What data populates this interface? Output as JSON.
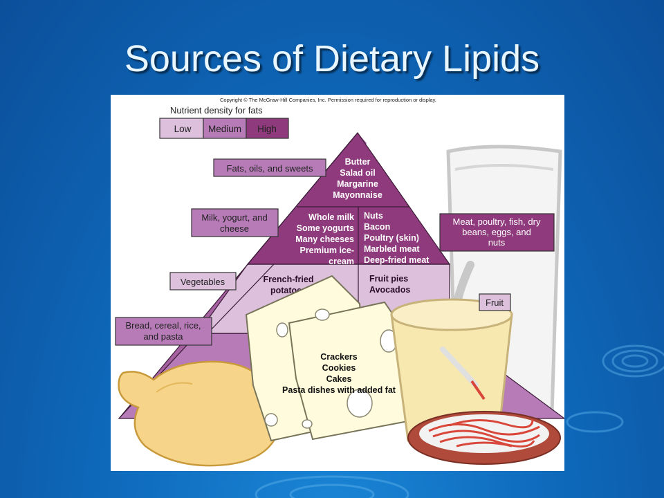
{
  "slide": {
    "title": "Sources of Dietary Lipids"
  },
  "figure": {
    "copyright": "Copyright © The McGraw-Hill Companies, Inc. Permission required for reproduction or display.",
    "legend": {
      "title": "Nutrient density for fats",
      "items": [
        {
          "label": "Low",
          "color": "#dcc0dc"
        },
        {
          "label": "Medium",
          "color": "#b77bb7"
        },
        {
          "label": "High",
          "color": "#8e3a7c"
        }
      ]
    },
    "tier_labels": {
      "fats": "Fats, oils, and sweets",
      "milk": [
        "Milk, yogurt, and",
        "cheese"
      ],
      "vegetables": "Vegetables",
      "bread": [
        "Bread, cereal, rice,",
        "and pasta"
      ],
      "meat": [
        "Meat, poultry, fish, dry",
        "beans, eggs, and",
        "nuts"
      ],
      "fruit": "Fruit"
    },
    "tier_foods": {
      "top": [
        "Butter",
        "Salad oil",
        "Margarine",
        "Mayonnaise"
      ],
      "dairy": [
        "Whole milk",
        "Some yogurts",
        "Many cheeses",
        "Premium ice-",
        "cream"
      ],
      "protein": [
        "Nuts",
        "Bacon",
        "Poultry (skin)",
        "Marbled meat",
        "Deep-fried meat"
      ],
      "vegetables": [
        "French-fried",
        "potatoes"
      ],
      "fruit": [
        "Fruit pies",
        "Avocados"
      ],
      "grains": [
        "Crackers",
        "Cookies",
        "Cakes",
        "Pasta dishes with added fat"
      ]
    },
    "colors": {
      "high": "#8e3a7c",
      "medium": "#b77bb7",
      "low": "#dcc0dc",
      "background": "#0f6bbd"
    }
  }
}
